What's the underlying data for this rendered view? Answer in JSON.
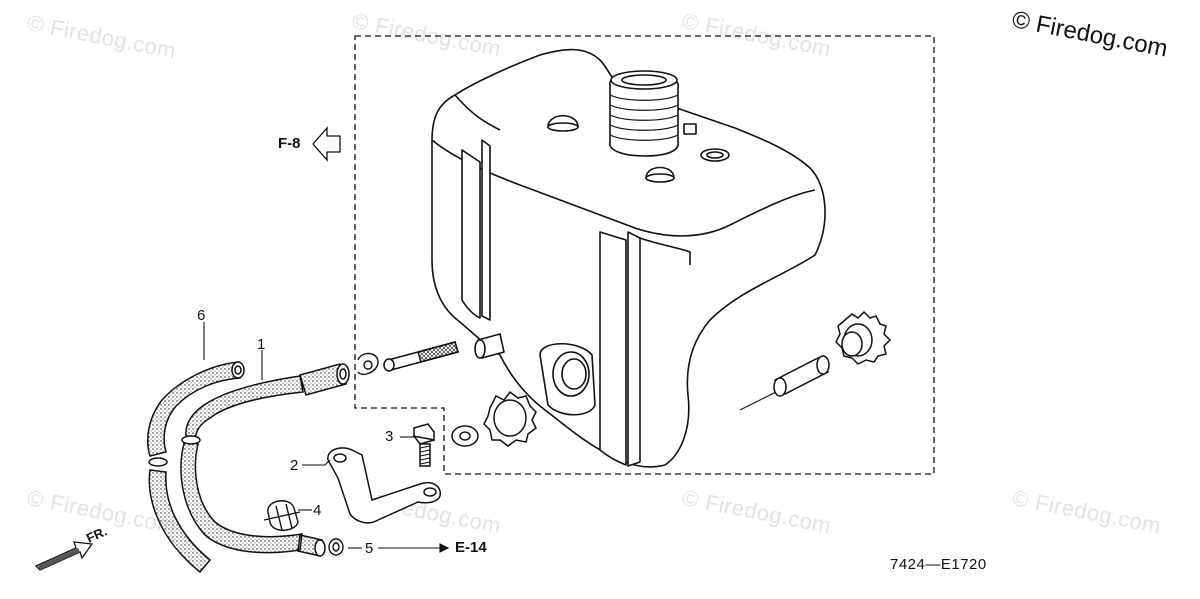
{
  "watermark": {
    "text": "© Firedog.com"
  },
  "diagram": {
    "callouts": [
      "1",
      "2",
      "3",
      "4",
      "5",
      "6"
    ],
    "ref_f8": "F-8",
    "ref_e14": "E-14",
    "front_marker": "FR.",
    "code": "7424—E1720"
  },
  "colors": {
    "line": "#111111",
    "watermark": "#e2e2e2",
    "background": "#ffffff"
  }
}
